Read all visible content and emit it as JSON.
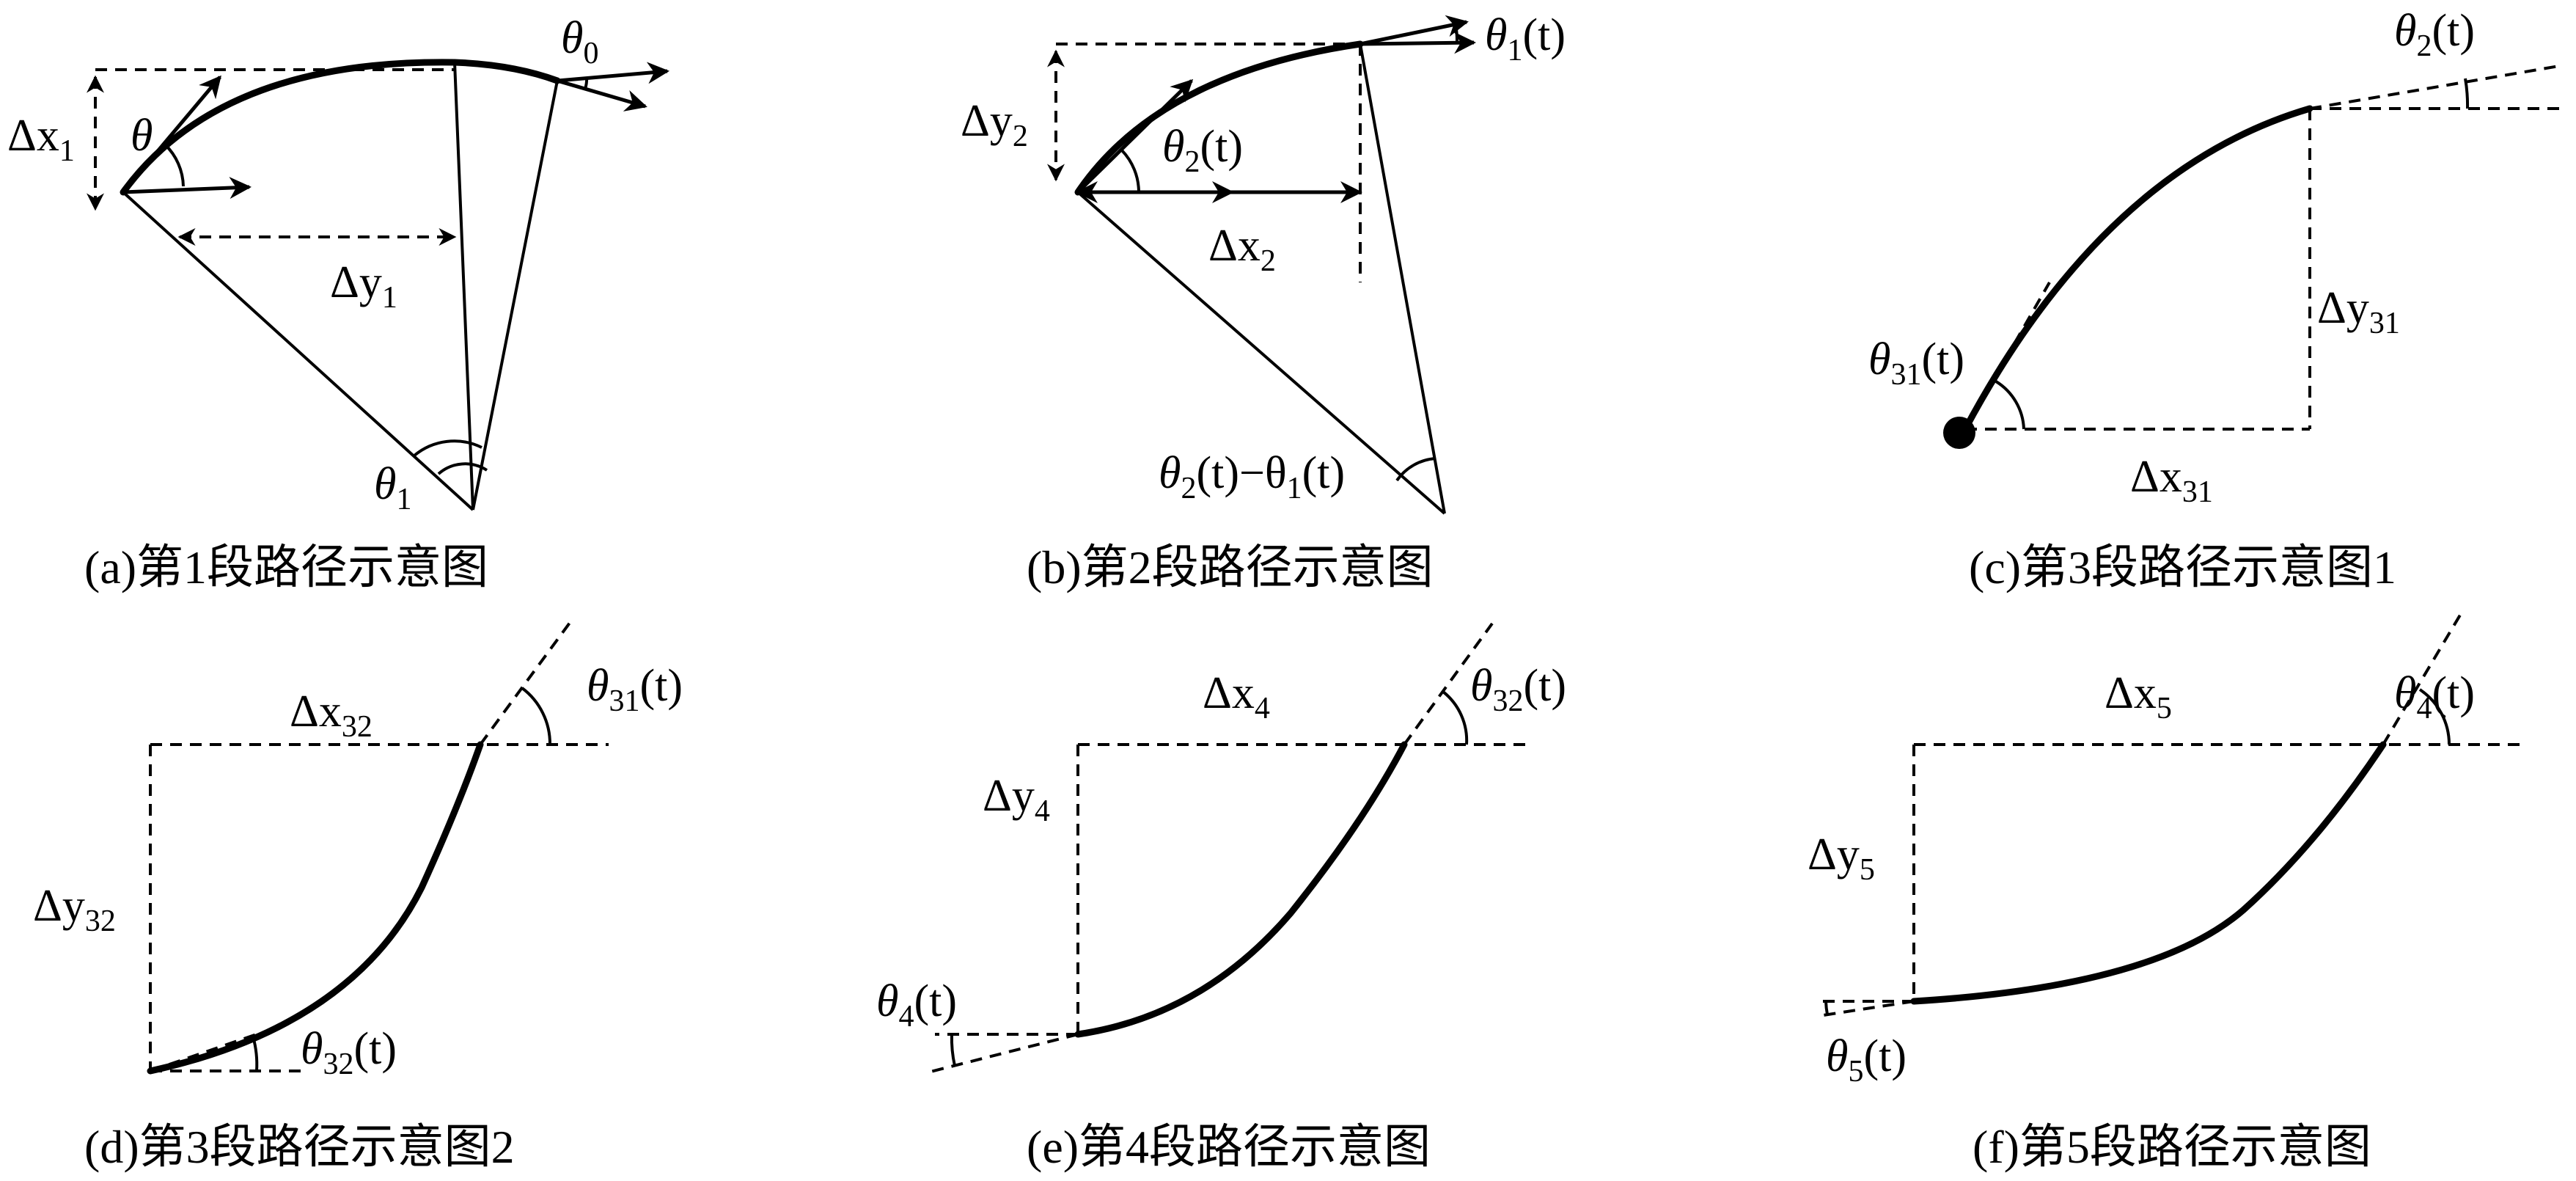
{
  "panels": [
    {
      "caption": "(a)第1段路径示意图",
      "labels": {
        "dx": "Δx",
        "dx_sub": "1",
        "dy": "Δy",
        "dy_sub": "1",
        "theta": "θ",
        "theta0": "θ",
        "theta0_sub": "0",
        "theta1": "θ",
        "theta1_sub": "1"
      }
    },
    {
      "caption": "(b)第2段路径示意图",
      "labels": {
        "dy": "Δy",
        "dy_sub": "2",
        "dx": "Δx",
        "dx_sub": "2",
        "theta1t": "θ",
        "theta1t_sub": "1",
        "theta1t_arg": "(t)",
        "theta2t": "θ",
        "theta2t_sub": "2",
        "theta2t_arg": "(t)",
        "diff_a": "θ",
        "diff_a_sub": "2",
        "diff_mid": "(t)−θ",
        "diff_b_sub": "1",
        "diff_end": "(t)"
      }
    },
    {
      "caption": "(c)第3段路径示意图1",
      "labels": {
        "theta2t": "θ",
        "theta2t_sub": "2",
        "theta2t_arg": "(t)",
        "dy": "Δy",
        "dy_sub": "31",
        "dx": "Δx",
        "dx_sub": "31",
        "theta31t": "θ",
        "theta31t_sub": "31",
        "theta31t_arg": "(t)"
      }
    },
    {
      "caption": "(d)第3段路径示意图2",
      "labels": {
        "dx": "Δx",
        "dx_sub": "32",
        "dy": "Δy",
        "dy_sub": "32",
        "theta31t": "θ",
        "theta31t_sub": "31",
        "theta31t_arg": "(t)",
        "theta32t": "θ",
        "theta32t_sub": "32",
        "theta32t_arg": "(t)"
      }
    },
    {
      "caption": "(e)第4段路径示意图",
      "labels": {
        "dx": "Δx",
        "dx_sub": "4",
        "dy": "Δy",
        "dy_sub": "4",
        "theta32t": "θ",
        "theta32t_sub": "32",
        "theta32t_arg": "(t)",
        "theta4t": "θ",
        "theta4t_sub": "4",
        "theta4t_arg": "(t)"
      }
    },
    {
      "caption": "(f)第5段路径示意图",
      "labels": {
        "dx": "Δx",
        "dx_sub": "5",
        "dy": "Δy",
        "dy_sub": "5",
        "theta4t": "θ",
        "theta4t_sub": "4",
        "theta4t_arg": "(t)",
        "theta5t": "θ",
        "theta5t_sub": "5",
        "theta5t_arg": "(t)"
      }
    }
  ]
}
